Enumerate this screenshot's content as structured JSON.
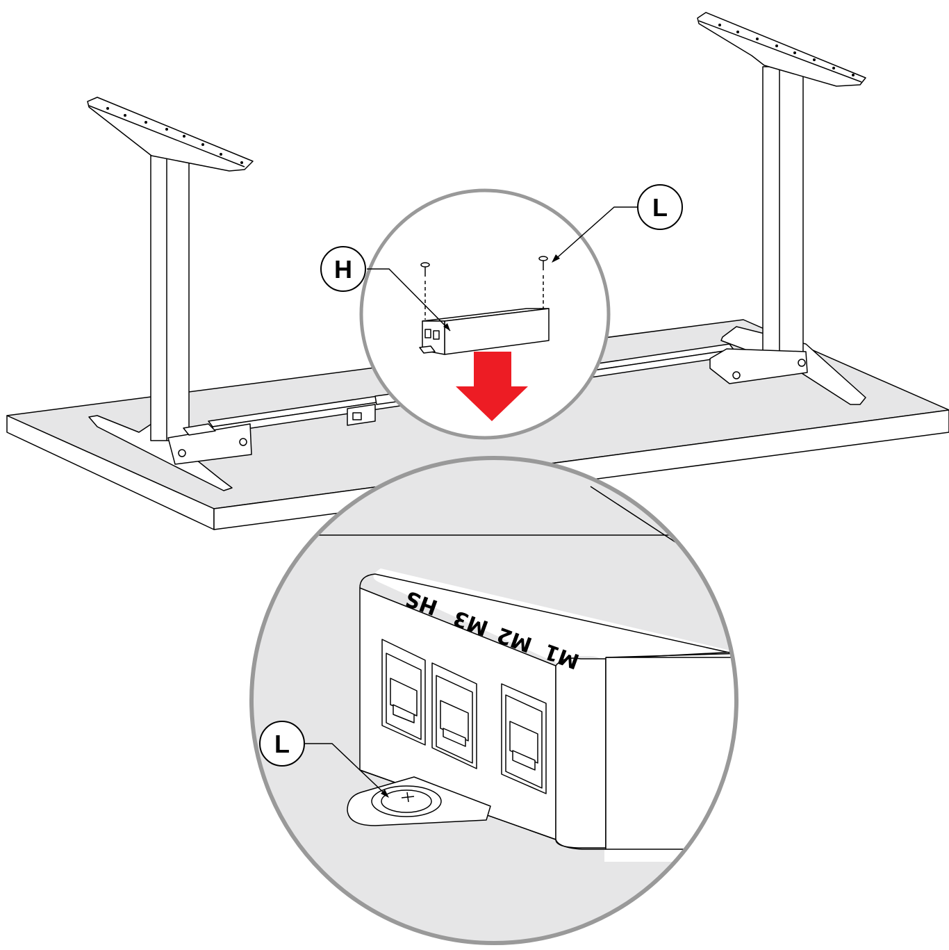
{
  "figure": {
    "callouts": [
      {
        "id": "H",
        "label": "H",
        "refers_to": "control-box"
      },
      {
        "id": "L-top",
        "label": "L",
        "refers_to": "screws"
      },
      {
        "id": "L-detail",
        "label": "L",
        "refers_to": "mounting-tab-screw"
      }
    ],
    "ports": [
      "HS",
      "M3",
      "M2",
      "M1"
    ],
    "arrow": {
      "color": "#ed1c24",
      "direction": "down"
    },
    "colors": {
      "tabletop": "#e6e6e7",
      "detail_background": "#e6e6e7",
      "lens_stroke": "#999999",
      "line": "#000000"
    }
  }
}
